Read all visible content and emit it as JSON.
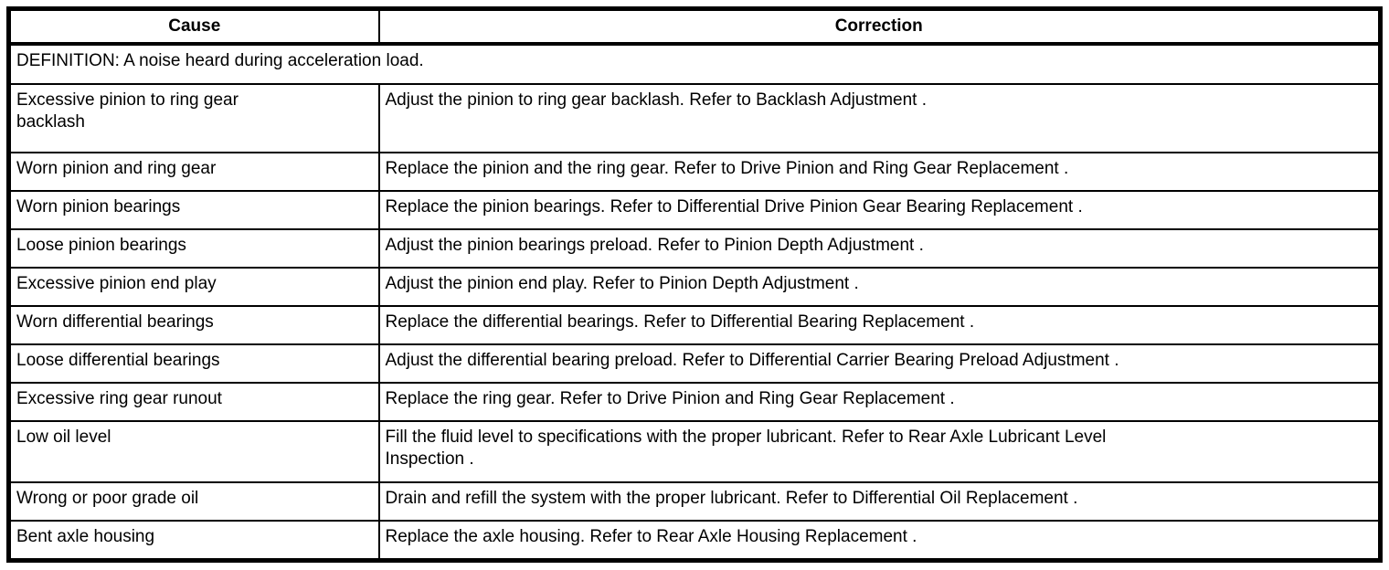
{
  "table": {
    "headers": {
      "cause": "Cause",
      "correction": "Correction"
    },
    "definition": "DEFINITION: A noise heard during acceleration load.",
    "rows": [
      {
        "cause": "Excessive pinion to ring gear\nbacklash",
        "correction": "Adjust the pinion to ring gear backlash. Refer to Backlash Adjustment ."
      },
      {
        "cause": "Worn pinion and ring gear",
        "correction": "Replace the pinion and the ring gear. Refer to Drive Pinion and Ring Gear Replacement ."
      },
      {
        "cause": "Worn pinion bearings",
        "correction": "Replace the pinion bearings. Refer to Differential Drive Pinion Gear Bearing Replacement ."
      },
      {
        "cause": "Loose pinion bearings",
        "correction": "Adjust the pinion bearings preload. Refer to Pinion Depth Adjustment ."
      },
      {
        "cause": "Excessive pinion end play",
        "correction": "Adjust the pinion end play. Refer to Pinion Depth Adjustment ."
      },
      {
        "cause": "Worn differential bearings",
        "correction": "Replace the differential bearings. Refer to Differential Bearing Replacement ."
      },
      {
        "cause": "Loose differential bearings",
        "correction": "Adjust the differential bearing preload. Refer to Differential Carrier Bearing Preload Adjustment ."
      },
      {
        "cause": "Excessive ring gear runout",
        "correction": "Replace the ring gear. Refer to Drive Pinion and Ring Gear Replacement ."
      },
      {
        "cause": "Low oil level",
        "correction": "Fill the fluid level to specifications with the proper lubricant. Refer to Rear Axle Lubricant Level\nInspection ."
      },
      {
        "cause": "Wrong or poor grade oil",
        "correction": "Drain and refill the system with the proper lubricant. Refer to Differential Oil Replacement ."
      },
      {
        "cause": "Bent axle housing",
        "correction": "Replace the axle housing. Refer to Rear Axle Housing Replacement ."
      }
    ]
  },
  "colors": {
    "border": "#000000",
    "background": "#ffffff",
    "text": "#000000"
  }
}
